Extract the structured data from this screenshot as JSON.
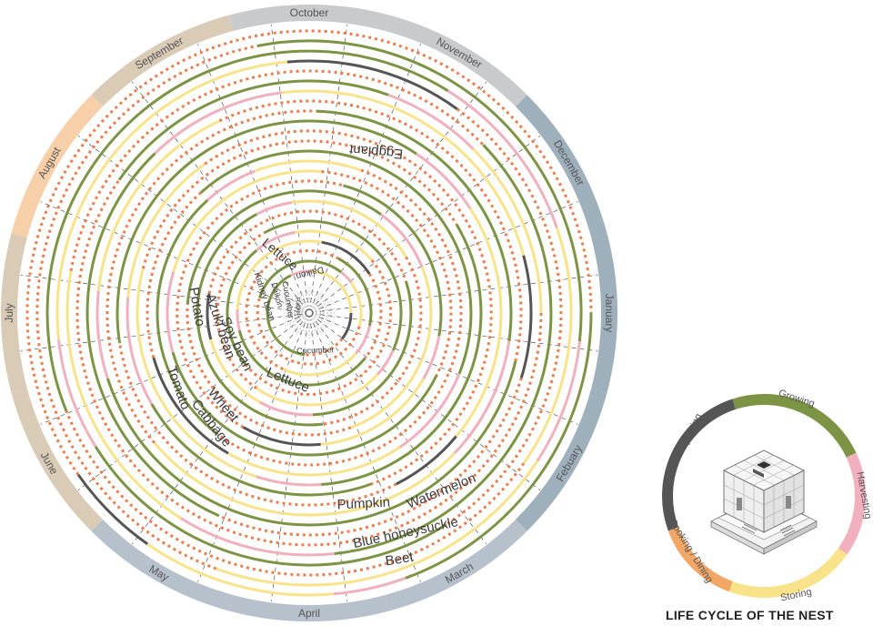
{
  "months": [
    "January",
    "Febuary",
    "March",
    "April",
    "May",
    "June",
    "July",
    "August",
    "September",
    "October",
    "November",
    "December"
  ],
  "colors": {
    "growing": "#7d9445",
    "harvesting": "#f1b0bd",
    "storing": "#f9e38a",
    "composting": "#555555",
    "cooking": "#f2a766",
    "dormant": "#ec7d4e",
    "ring_winter": "#9fb0bd",
    "ring_spring": "#b7c1cb",
    "ring_summer": "#d9cbb6",
    "ring_august": "#f7cfa8",
    "ring_autumn": "#c8cacb",
    "grid": "#555555"
  },
  "crops": [
    "Eggplant",
    "Lettuce",
    "Daikon",
    "Kidney bean",
    "Daikon",
    "Cucumber",
    "Radish",
    "Cucumber",
    "Potato",
    "Azuki bean",
    "Soy bean",
    "Lettuce",
    "Tomato",
    "Wheet",
    "Cabbage",
    "Pumpkin",
    "Watermelon",
    "Blue honeysuckle",
    "Beet"
  ],
  "life_cycle": {
    "title": "LIFE CYCLE OF THE NEST",
    "phases": [
      "Growing",
      "Harvesting",
      "Storing",
      "Cooking / Dining",
      "Composting"
    ]
  }
}
